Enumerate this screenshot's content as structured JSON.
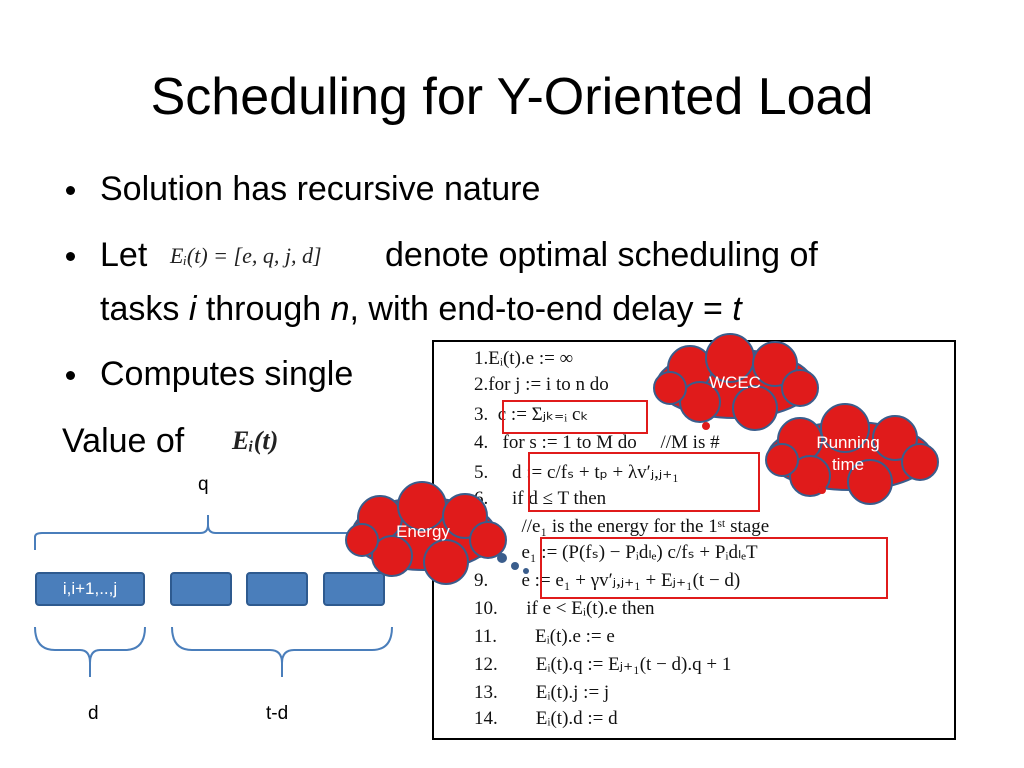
{
  "title": "Scheduling for Y-Oriented Load",
  "bullets": {
    "b1": "Solution has recursive nature",
    "b2_pre": "Let",
    "b2_math": "Eᵢ(t) = [e, q, j, d]",
    "b2_post": "denote optimal scheduling of",
    "b2_line2_a": "tasks ",
    "b2_line2_i": "i",
    "b2_line2_b": " through ",
    "b2_line2_n": "n",
    "b2_line2_c": ", with end-to-end delay = ",
    "b2_line2_t": "t",
    "b3": "Computes single",
    "value_of": "Value of",
    "value_math": "Eᵢ(t)"
  },
  "diagram": {
    "q_label": "q",
    "task_first": "i,i+1,..,j",
    "d_label": "d",
    "td_label": "t-d"
  },
  "callouts": {
    "wcec": "WCEC",
    "running_time_1": "Running",
    "running_time_2": "time",
    "energy": "Energy"
  },
  "algorithm": [
    "1.Eᵢ(t).e := ∞",
    "2.for j := i to n do",
    "3.  c := Σⱼₖ₌ᵢ cₖ",
    "4.   for s := 1 to M do     //M is #",
    "5.     d := c/fₛ + tₚ + λv′ⱼ,ⱼ₊₁",
    "6.     if d ≤ T then",
    "7.       //e₁ is the energy for the 1ˢᵗ stage",
    "8.       e₁ := (P(fₛ) − Pᵢdₗₑ) c/fₛ + PᵢdₗₑT",
    "9.       e := e₁ + γv′ⱼ,ⱼ₊₁ + Eⱼ₊₁(t − d)",
    "10.      if e < Eᵢ(t).e then",
    "11.        Eᵢ(t).e := e",
    "12.        Eᵢ(t).q := Eⱼ₊₁(t − d).q + 1",
    "13.        Eᵢ(t).j := j",
    "14.        Eᵢ(t).d := d"
  ],
  "colors": {
    "task_fill": "#4a7ebb",
    "bracket": "#4a7ebb",
    "callout": "#e01b1b",
    "highlight": "#e01b1b"
  }
}
